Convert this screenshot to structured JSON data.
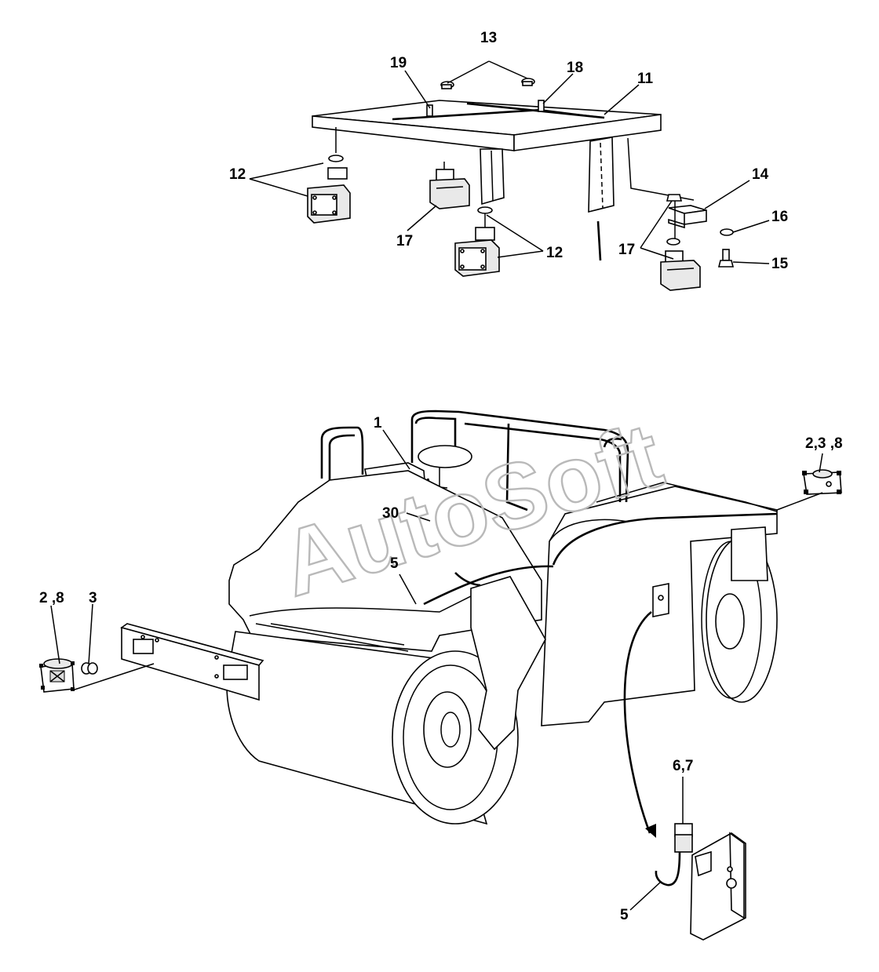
{
  "watermark": "AutoSoft",
  "callouts": {
    "c13": "13",
    "c19": "19",
    "c18": "18",
    "c11": "11",
    "c12a": "12",
    "c12b": "12",
    "c17a": "17",
    "c17b": "17",
    "c14": "14",
    "c16": "16",
    "c15": "15",
    "c1": "1",
    "c30": "30",
    "c5a": "5",
    "c5b": "5",
    "c238": "2,3 ,8",
    "c28": "2 ,8",
    "c3": "3",
    "c67": "6,7"
  }
}
